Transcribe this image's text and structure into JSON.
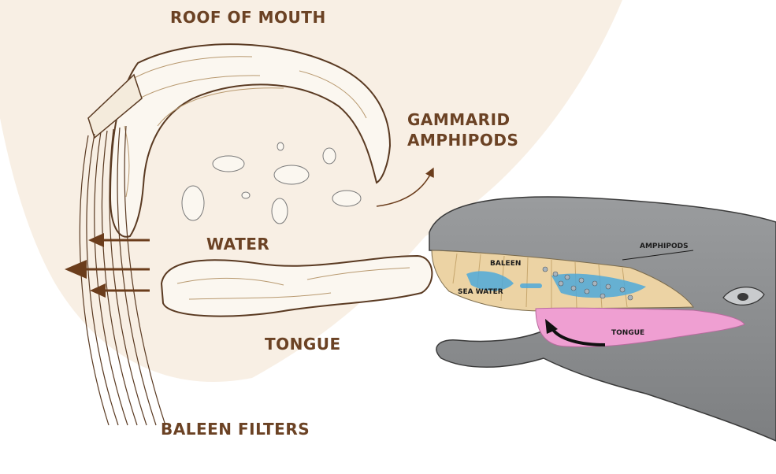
{
  "colors": {
    "label": "#6b4224",
    "arrow": "#6b3d1c",
    "bubble": "#f8efe4",
    "whale": "#8a8c8e",
    "tongue": "#ef9fd2",
    "baleen": "#ecd3a4",
    "water": "#4fa9da"
  },
  "diagram": {
    "roof_label": "ROOF OF MOUTH",
    "gammarid_line1": "GAMMARID",
    "gammarid_line2": "AMPHIPODS",
    "water_label": "WATER",
    "tongue_label": "TONGUE",
    "baleen_filters_label": "BALEEN FILTERS"
  },
  "whale": {
    "baleen_label": "BALEEN",
    "amphipods_label": "AMPHIPODS",
    "sea_water_label": "SEA WATER",
    "tongue_label": "TONGUE"
  }
}
